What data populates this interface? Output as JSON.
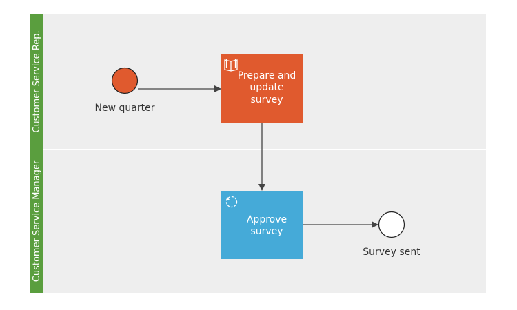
{
  "lanes": [
    {
      "label": "Customer Service Rep."
    },
    {
      "label": "Customer Service Manager"
    }
  ],
  "tasks": [
    {
      "lines": [
        "Prepare and",
        "update",
        "survey"
      ],
      "color": "#e05a2e",
      "icon": "book-icon"
    },
    {
      "lines": [
        "Approve",
        "survey"
      ],
      "color": "#45aad8",
      "icon": "loop-icon"
    }
  ],
  "events": {
    "start": {
      "label": "New quarter",
      "color": "#e05a2e"
    },
    "end": {
      "label": "Survey sent",
      "color": "#ffffff"
    }
  },
  "colors": {
    "lane_header": "#5a9e3e",
    "lane_body": "#eeeeee",
    "flow_line": "#444444"
  }
}
